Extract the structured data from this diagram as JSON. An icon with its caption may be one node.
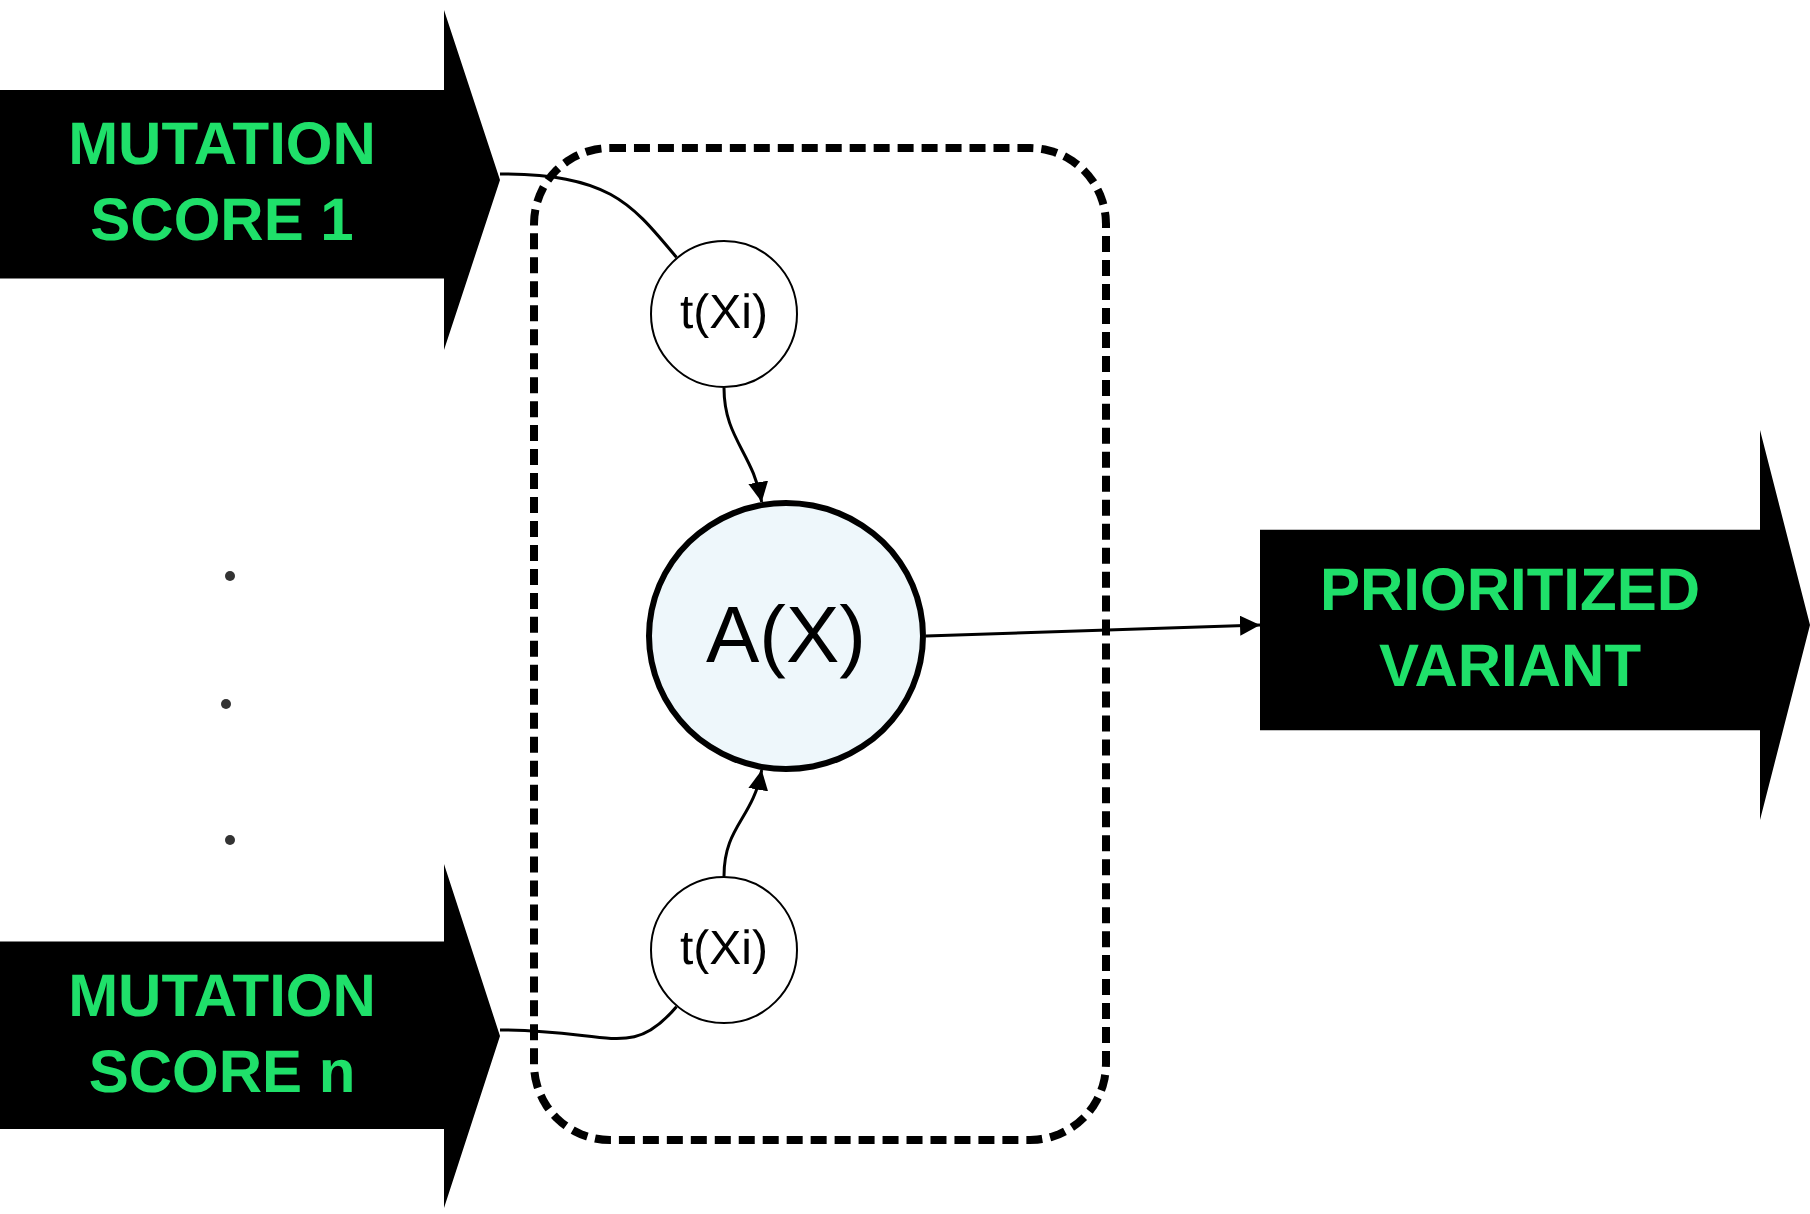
{
  "diagram": {
    "nodes": [
      {
        "text": [
          "MUTATION SCORE 1"
        ]
      },
      {
        "text": [],
        "shape": "box"
      },
      {
        "text": [
          "t(Xi)"
        ],
        "in": 1
      },
      {
        "text": [
          "A(X)"
        ],
        "in": 1
      },
      {
        "text": [
          "t(Xi)"
        ],
        "in": 1
      },
      {
        "text": [
          "MUTATION SCORE n"
        ]
      },
      {
        "text": [
          "PRIORITIZED VARIANT"
        ]
      }
    ],
    "edges": [
      {
        "from": 0,
        "to": 2,
        "arrow": "none"
      },
      {
        "from": 2,
        "to": 3,
        "arrow": "to"
      },
      {
        "from": 5,
        "to": 4,
        "arrow": "none"
      },
      {
        "from": 4,
        "to": 3,
        "arrow": "to"
      },
      {
        "from": 3,
        "to": 6,
        "arrow": "to"
      }
    ]
  }
}
